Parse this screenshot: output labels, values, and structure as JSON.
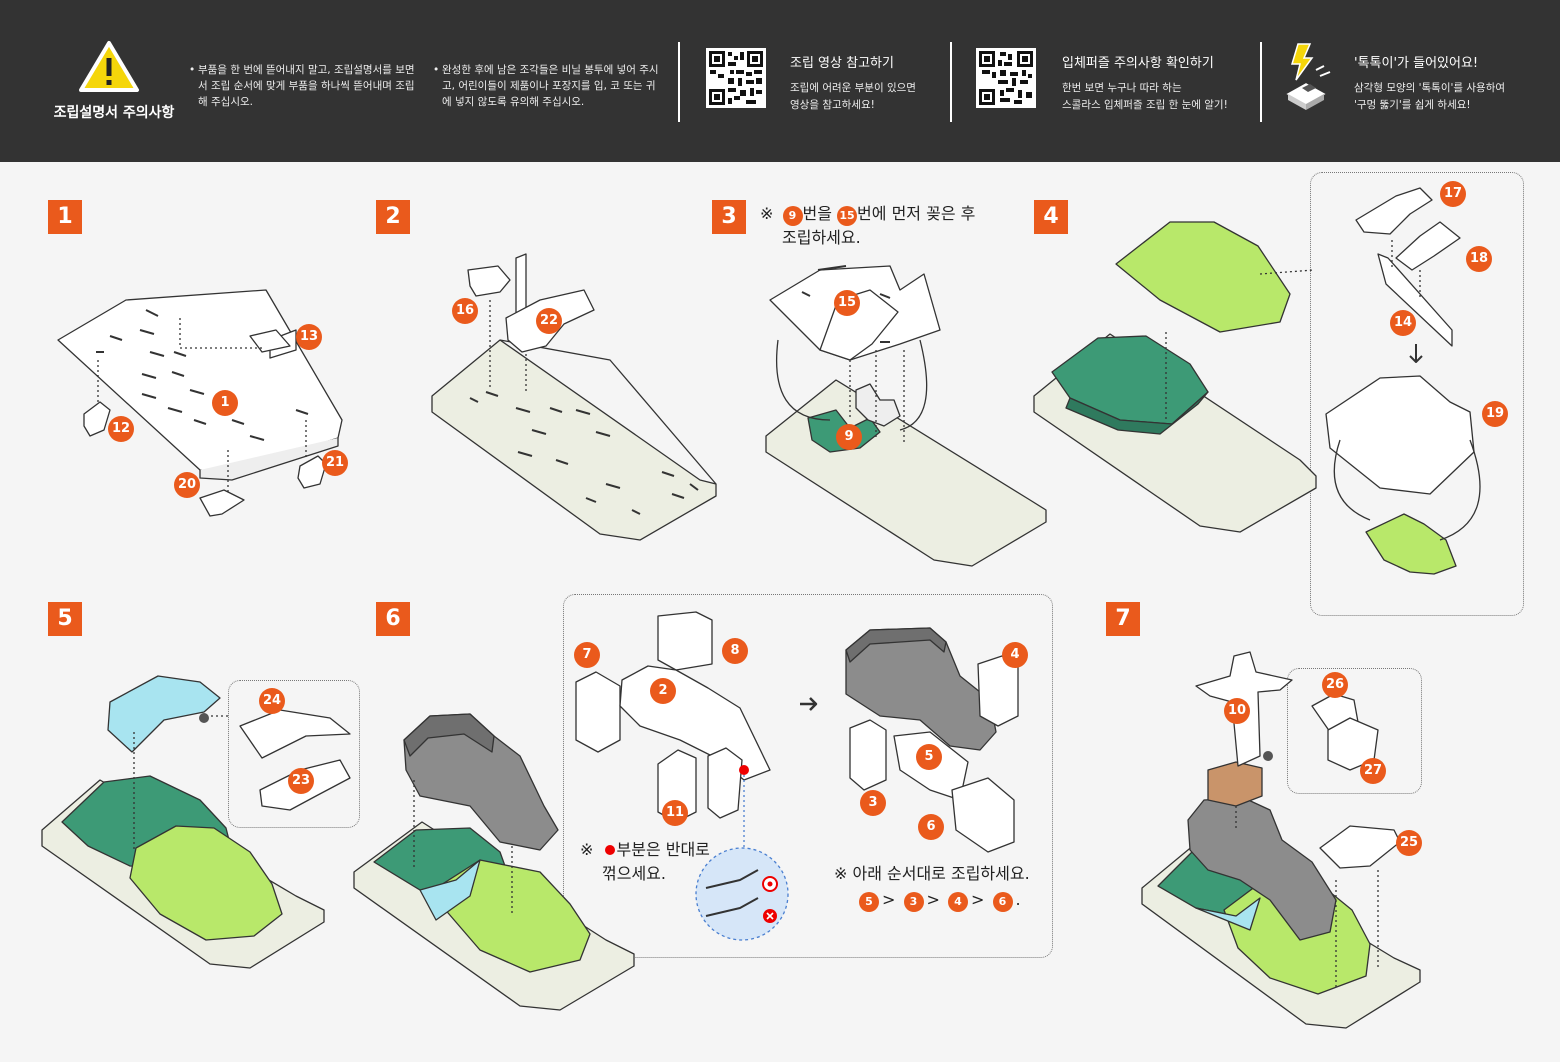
{
  "header": {
    "warning_title": "조립설명서 주의사항",
    "note1": "부품을 한 번에 뜯어내지 말고, 조립설명서를 보면서 조립 순서에 맞게 부품을 하나씩 뜯어내며 조립해 주십시오.",
    "note2": "완성한 후에 남은 조각들은 비닐 봉투에 넣어 주시고, 어린이들이 제품이나 포장지를 입, 코 또는 귀에 넣지 않도록 유의해 주십시오.",
    "video_title": "조립 영상 참고하기",
    "video_text1": "조립에 어려운 부분이 있으면",
    "video_text2": "영상을 참고하세요!",
    "puzzle_title": "입체퍼즐 주의사항 확인하기",
    "puzzle_text1": "한번 보면 누구나 따라 하는",
    "puzzle_text2": "스콜라스 입체퍼즐 조립 한 눈에 알기!",
    "tool_title": "'톡톡이'가 들어있어요!",
    "tool_text1": "삼각형 모양의 '톡톡이'를 사용하여",
    "tool_text2": "'구멍 뚫기'를 쉽게 하세요!"
  },
  "steps": [
    "1",
    "2",
    "3",
    "4",
    "5",
    "6",
    "7"
  ],
  "step3_note": {
    "mark": "※",
    "a": "9",
    "t1": "번을",
    "b": "15",
    "t2": "번에 먼저 꽂은 후",
    "line2": "조립하세요."
  },
  "step6_note1": {
    "mark": "※",
    "t1": "부분은 반대로",
    "line2": "꺾으세요."
  },
  "step6_note2": {
    "mark": "※",
    "t1": "아래 순서대로 조립하세요.",
    "seq": [
      "5",
      "3",
      "4",
      "6"
    ],
    "sep": ">",
    "end": "."
  },
  "parts": [
    "1",
    "12",
    "13",
    "20",
    "21",
    "16",
    "22",
    "15",
    "9",
    "17",
    "18",
    "14",
    "19",
    "24",
    "23",
    "7",
    "8",
    "2",
    "11",
    "4",
    "5",
    "3",
    "6",
    "10",
    "26",
    "27",
    "25"
  ],
  "colors": {
    "accent": "#ea5a1c",
    "header": "#333333",
    "base": "#eceee2",
    "dark_green": "#3d9a76",
    "light_green": "#b8e86a",
    "blue": "#a8e4f0",
    "gray": "#8c8c8c",
    "brown": "#c9946a"
  }
}
